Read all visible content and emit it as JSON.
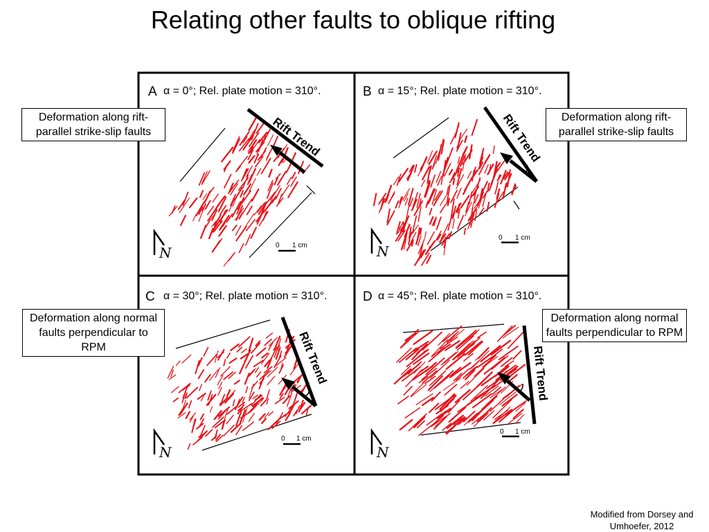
{
  "title": "Relating other faults to oblique rifting",
  "panels": [
    {
      "letter": "A",
      "header": "α = 0°;  Rel. plate motion = 310°.",
      "trend_label": "Rift Trend",
      "scale_zero": "0",
      "scale_unit": "1 cm",
      "north": "N"
    },
    {
      "letter": "B",
      "header": "α = 15°;  Rel. plate motion = 310°.",
      "trend_label": "Rift Trend",
      "scale_zero": "0",
      "scale_unit": "1 cm",
      "north": "N"
    },
    {
      "letter": "C",
      "header": "α = 30°;  Rel. plate motion = 310°.",
      "trend_label": "Rift Trend",
      "scale_zero": "0",
      "scale_unit": "1 cm",
      "north": "N"
    },
    {
      "letter": "D",
      "header": "α = 45°;  Rel. plate motion = 310°.",
      "trend_label": "Rift Trend",
      "scale_zero": "0",
      "scale_unit": "1 cm",
      "north": "N"
    }
  ],
  "callouts": {
    "top_left": "Deformation along rift-parallel strike-slip faults",
    "top_right": "Deformation along rift-parallel strike-slip faults",
    "bottom_left": "Deformation along normal faults perpendicular to RPM",
    "bottom_right": "Deformation along normal faults perpendicular to RPM"
  },
  "credit": "Modified from Dorsey and Umhoefer, 2012",
  "colors": {
    "fault": "#e8141b",
    "ink": "#000000",
    "background": "#ffffff"
  }
}
